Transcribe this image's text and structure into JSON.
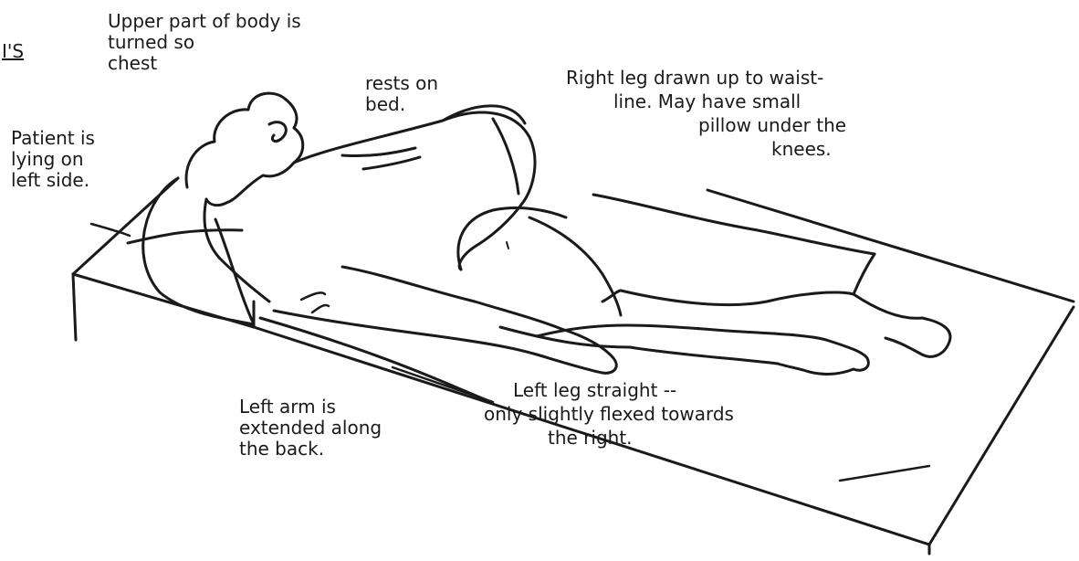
{
  "fragment": "I'S",
  "labels": {
    "upper_body": {
      "line1": "Upper part of body is",
      "line2": "turned so",
      "line3a": "chest",
      "line3b": "rests on",
      "line4": "bed."
    },
    "patient_side": {
      "line1": "Patient is",
      "line2": "lying on",
      "line3": "left side."
    },
    "right_leg": {
      "line1": "Right leg drawn up to waist-",
      "line2": "line.  May have small",
      "line3": "pillow under the",
      "line4": "knees."
    },
    "left_arm": {
      "line1": "Left arm is",
      "line2": "extended along",
      "line3": "the back."
    },
    "left_leg": {
      "line1": "Left leg straight --",
      "line2": "only slightly flexed towards",
      "line3": "the right."
    }
  }
}
